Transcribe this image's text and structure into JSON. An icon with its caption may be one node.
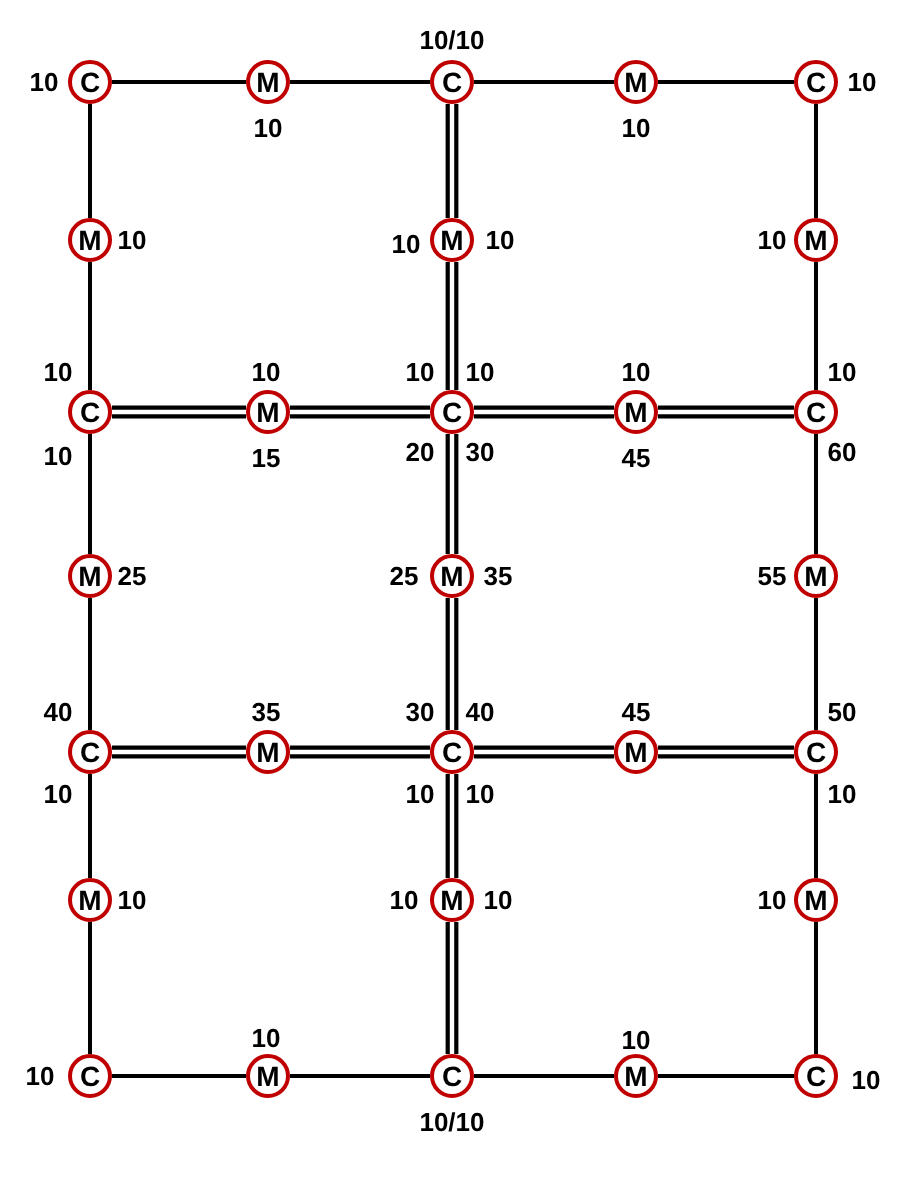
{
  "diagram": {
    "nodes": [
      {
        "text": [
          "C"
        ]
      },
      {
        "text": [
          "M"
        ]
      },
      {
        "text": [
          "C"
        ]
      },
      {
        "text": [
          "M"
        ]
      },
      {
        "text": [
          "C"
        ]
      },
      {
        "text": [
          "M"
        ]
      },
      {
        "text": [
          "M"
        ]
      },
      {
        "text": [
          "M"
        ]
      },
      {
        "text": [
          "C"
        ]
      },
      {
        "text": [
          "M"
        ]
      },
      {
        "text": [
          "C"
        ]
      },
      {
        "text": [
          "M"
        ]
      },
      {
        "text": [
          "C"
        ]
      },
      {
        "text": [
          "M"
        ]
      },
      {
        "text": [
          "M"
        ]
      },
      {
        "text": [
          "M"
        ]
      },
      {
        "text": [
          "C"
        ]
      },
      {
        "text": [
          "M"
        ]
      },
      {
        "text": [
          "C"
        ]
      },
      {
        "text": [
          "M"
        ]
      },
      {
        "text": [
          "C"
        ]
      },
      {
        "text": [
          "M"
        ]
      },
      {
        "text": [
          "M"
        ]
      },
      {
        "text": [
          "M"
        ]
      },
      {
        "text": [
          "C"
        ]
      },
      {
        "text": [
          "M"
        ]
      },
      {
        "text": [
          "C"
        ]
      },
      {
        "text": [
          "M"
        ]
      },
      {
        "text": [
          "C"
        ]
      }
    ],
    "edges": [
      {
        "from": 0,
        "to": 1,
        "arrow": "none"
      },
      {
        "from": 1,
        "to": 2,
        "arrow": "none"
      },
      {
        "from": 2,
        "to": 3,
        "arrow": "none"
      },
      {
        "from": 3,
        "to": 4,
        "arrow": "none"
      },
      {
        "from": 0,
        "to": 5,
        "arrow": "none"
      },
      {
        "from": 5,
        "to": 8,
        "arrow": "none"
      },
      {
        "from": 2,
        "to": 6,
        "arrow": "none",
        "style": "thick"
      },
      {
        "from": 6,
        "to": 10,
        "arrow": "none",
        "style": "thick"
      },
      {
        "from": 4,
        "to": 7,
        "arrow": "none"
      },
      {
        "from": 7,
        "to": 12,
        "arrow": "none"
      },
      {
        "from": 8,
        "to": 9,
        "arrow": "none",
        "style": "thick"
      },
      {
        "from": 9,
        "to": 10,
        "arrow": "none",
        "style": "thick"
      },
      {
        "from": 10,
        "to": 11,
        "arrow": "none",
        "style": "thick"
      },
      {
        "from": 11,
        "to": 12,
        "arrow": "none",
        "style": "thick"
      },
      {
        "from": 8,
        "to": 13,
        "arrow": "none"
      },
      {
        "from": 13,
        "to": 16,
        "arrow": "none"
      },
      {
        "from": 10,
        "to": 14,
        "arrow": "none",
        "style": "thick"
      },
      {
        "from": 14,
        "to": 18,
        "arrow": "none",
        "style": "thick"
      },
      {
        "from": 12,
        "to": 15,
        "arrow": "none"
      },
      {
        "from": 15,
        "to": 20,
        "arrow": "none"
      },
      {
        "from": 16,
        "to": 17,
        "arrow": "none",
        "style": "thick"
      },
      {
        "from": 17,
        "to": 18,
        "arrow": "none",
        "style": "thick"
      },
      {
        "from": 18,
        "to": 19,
        "arrow": "none",
        "style": "thick"
      },
      {
        "from": 19,
        "to": 20,
        "arrow": "none",
        "style": "thick"
      },
      {
        "from": 16,
        "to": 21,
        "arrow": "none"
      },
      {
        "from": 21,
        "to": 24,
        "arrow": "none"
      },
      {
        "from": 18,
        "to": 22,
        "arrow": "none",
        "style": "thick"
      },
      {
        "from": 22,
        "to": 26,
        "arrow": "none",
        "style": "thick"
      },
      {
        "from": 20,
        "to": 23,
        "arrow": "none"
      },
      {
        "from": 23,
        "to": 28,
        "arrow": "none"
      },
      {
        "from": 24,
        "to": 25,
        "arrow": "none"
      },
      {
        "from": 25,
        "to": 26,
        "arrow": "none"
      },
      {
        "from": 26,
        "to": 27,
        "arrow": "none"
      },
      {
        "from": 27,
        "to": 28,
        "arrow": "none"
      }
    ],
    "labels": [
      "10/10",
      "10",
      "10",
      "10",
      "10",
      "10",
      "10",
      "10",
      "10",
      "10",
      "10",
      "10",
      "10",
      "10",
      "10",
      "10",
      "15",
      "20",
      "30",
      "45",
      "60",
      "25",
      "25",
      "35",
      "55",
      "40",
      "35",
      "30",
      "40",
      "45",
      "50",
      "10",
      "10",
      "10",
      "10",
      "10",
      "10",
      "10",
      "10",
      "10",
      "10",
      "10",
      "10",
      "10/10"
    ]
  }
}
